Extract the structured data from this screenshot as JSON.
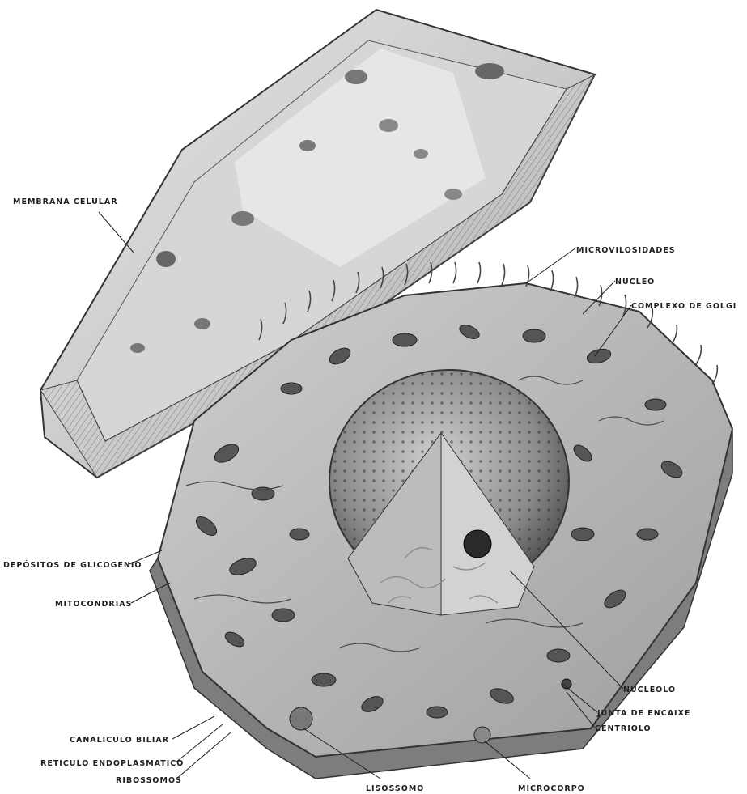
{
  "labels": {
    "membrana_celular": "MEMBRANA CELULAR",
    "microvilosidades": "MICROVILOSIDADES",
    "nucleo": "NUCLEO",
    "complexo_de_golgi": "COMPLEXO DE GOLGI",
    "depositos_de_glicogenio": "DEPÓSITOS DE GLICOGENIO",
    "mitocondrias": "MITOCONDRIAS",
    "nucleolo": "NUCLEOLO",
    "junta_de_encaixe": "JUNTA DE ENCAIXE",
    "centriolo": "CENTRIOLO",
    "canaliculo_biliar": "CANALICULO BILIAR",
    "reticulo_endoplasmatico": "RETICULO ENDOPLASMATICO",
    "ribossomos": "RIBOSSOMOS",
    "lisossomo": "LISOSSOMO",
    "microcorpo": "MICROCORPO"
  },
  "colors": {
    "ink": "#1e1e1e",
    "paper": "#ffffff",
    "lid_face": "#d8d8d8",
    "body_surface": "#bdbdbd",
    "nucleus": "#9a9a9a"
  }
}
